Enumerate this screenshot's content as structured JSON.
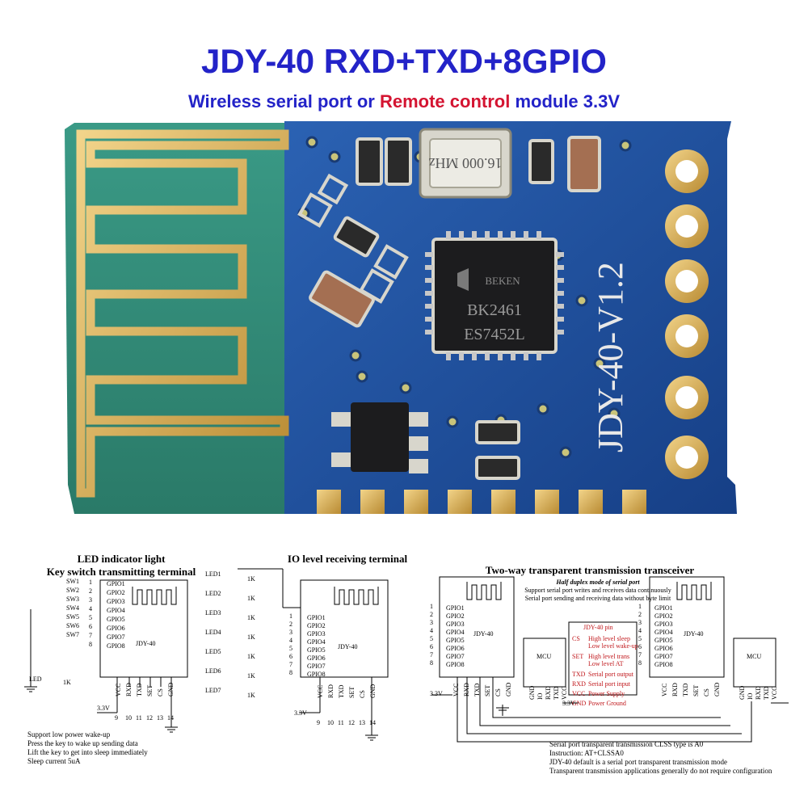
{
  "header": {
    "title_prefix": "JDY-40 RXD+TXD+",
    "title_highlight": "8GPIO",
    "subtitle_part1": "Wireless serial port  or ",
    "subtitle_highlight": "Remote control",
    "subtitle_part2": " module  3.3V"
  },
  "board": {
    "crystal_label": "16.000 MHz",
    "chip_brand": "BEKEN",
    "chip_model": "BK2461",
    "chip_code": "ES7452L",
    "silkscreen": "JDY-40-V1.2"
  },
  "diagram1": {
    "caption_line1": "LED indicator light",
    "caption_line2": "Key switch transmitting terminal",
    "chip": "JDY-40",
    "switches": [
      "SW1",
      "SW2",
      "SW3",
      "SW4",
      "SW5",
      "SW6",
      "SW7"
    ],
    "pin_numbers": [
      "1",
      "2",
      "3",
      "4",
      "5",
      "6",
      "7",
      "8"
    ],
    "gpio": [
      "GPIO1",
      "GPIO2",
      "GPIO3",
      "GPIO4",
      "GPIO5",
      "GPIO6",
      "GPIO7",
      "GPIO8"
    ],
    "bottom_pins": [
      "VCC",
      "RXD",
      "TXD",
      "SET",
      "CS",
      "GND"
    ],
    "bottom_nums": [
      "9",
      "10",
      "11",
      "12",
      "13",
      "14"
    ],
    "led": "LED",
    "resistor": "1K",
    "supply": "3.3V",
    "notes": [
      "Support low power wake-up",
      "Press the key to wake up sending data",
      "Lift the key to get into sleep immediately",
      "Sleep current 5uA"
    ]
  },
  "diagram2": {
    "caption": "IO level receiving terminal",
    "chip": "JDY-40",
    "leds": [
      "LED1",
      "LED2",
      "LED3",
      "LED4",
      "LED5",
      "LED6",
      "LED7"
    ],
    "resistor": "1K",
    "supply": "3.3V"
  },
  "diagram3": {
    "caption": "Two-way transparent transmission transceiver",
    "mode_title": "Half duplex mode of serial port",
    "mode_line1": "Support serial port writes and receives data continuously",
    "mode_line2": "Serial port sending and receiving data without byte limit",
    "chip": "JDY-40",
    "mcu": "MCU",
    "mcu_pins": [
      "GND",
      "IO",
      "RXD",
      "TXD",
      "VCC"
    ],
    "table_header": "JDY-40 pin",
    "table": [
      {
        "pin": "CS",
        "desc": [
          "High level sleep",
          "Low level wake-up"
        ]
      },
      {
        "pin": "SET",
        "desc": [
          "High level trans",
          "Low level AT"
        ]
      },
      {
        "pin": "TXD",
        "desc": [
          "Serial port output"
        ]
      },
      {
        "pin": "RXD",
        "desc": [
          "Serial port input"
        ]
      },
      {
        "pin": "VCC",
        "desc": [
          "Power Supply"
        ]
      },
      {
        "pin": "GND",
        "desc": [
          "Power Ground"
        ]
      }
    ],
    "supply": "3.3V",
    "notes": [
      "Serial port transparent transmission CLSS type is A0",
      "Instruction: AT+CLSSA0",
      "JDY-40 default is a serial port transparent transmission mode",
      "Transparent transmission applications generally do not require configuration"
    ]
  },
  "colors": {
    "title_blue": "#2323c8",
    "title_red": "#d41431",
    "pcb_blue": "#1c4f9c",
    "gold": "#c9a14a",
    "antenna_green": "#2f8a7a"
  }
}
